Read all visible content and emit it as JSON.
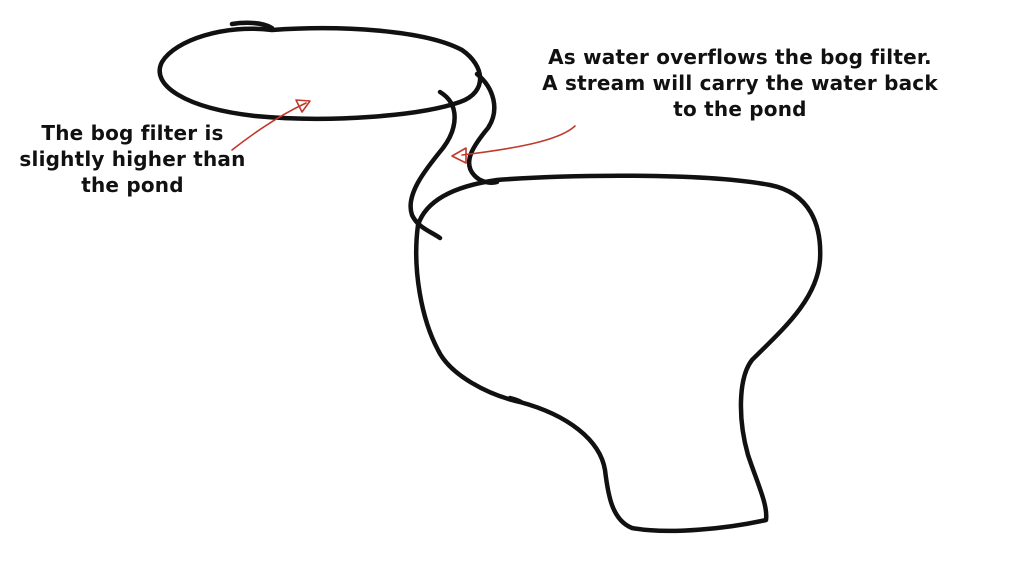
{
  "annotations": {
    "bog_filter": {
      "lines": [
        "The bog filter is",
        "slightly higher than",
        "the pond"
      ]
    },
    "stream": {
      "lines": [
        "As water overflows the bog filter.",
        "A stream will carry the water back",
        "to the pond"
      ]
    }
  },
  "colors": {
    "outline": "#111111",
    "arrow": "#c0392b",
    "background": "#ffffff"
  }
}
